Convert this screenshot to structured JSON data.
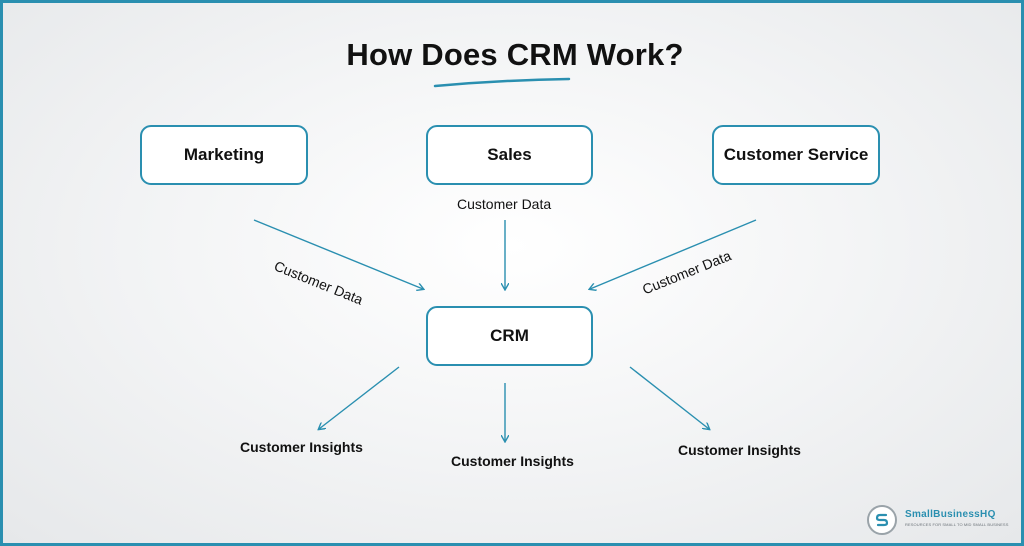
{
  "title": "How Does CRM Work?",
  "sources": {
    "marketing": "Marketing",
    "sales": "Sales",
    "customer_service": "Customer Service"
  },
  "hub": "CRM",
  "inputs": {
    "marketing_label": "Customer Data",
    "sales_label": "Customer Data",
    "service_label": "Customer Data"
  },
  "outputs": {
    "left_label": "Customer Insights",
    "center_label": "Customer Insights",
    "right_label": "Customer Insights"
  },
  "logo": {
    "name": "SmallBusinessHQ",
    "tagline": "RESOURCES FOR SMALL TO MID SMALL BUSINESS",
    "icon": "logo-s-icon"
  },
  "colors": {
    "accent": "#2a8fb0",
    "text": "#111111",
    "background": "#f4f5f6"
  }
}
